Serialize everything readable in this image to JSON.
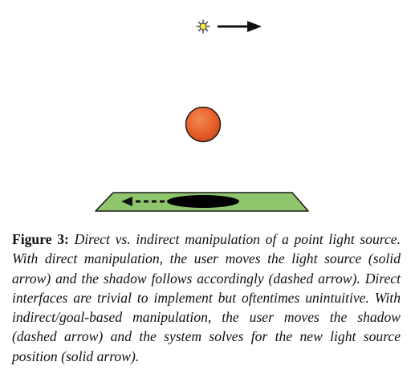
{
  "figure": {
    "label": "Figure 3:",
    "caption_text": "Direct vs. indirect manipulation of a point light source. With direct manipulation, the user moves the light source (solid arrow) and the shadow follows accordingly (dashed arrow). Direct interfaces are trivial to implement but oftentimes unintuitive. With indirect/goal-based manipulation, the user moves the shadow (dashed arrow) and the system solves for the new light source position (solid arrow).",
    "colors": {
      "sun_fill": "#f5e93a",
      "sphere_fill": "#e8612c",
      "ground_fill": "#8fc66d",
      "shadow_fill": "#000000",
      "arrow": "#111111"
    },
    "icons": [
      "sun-icon",
      "solid-arrow",
      "sphere",
      "ground-plane",
      "shadow",
      "dashed-arrow"
    ]
  }
}
